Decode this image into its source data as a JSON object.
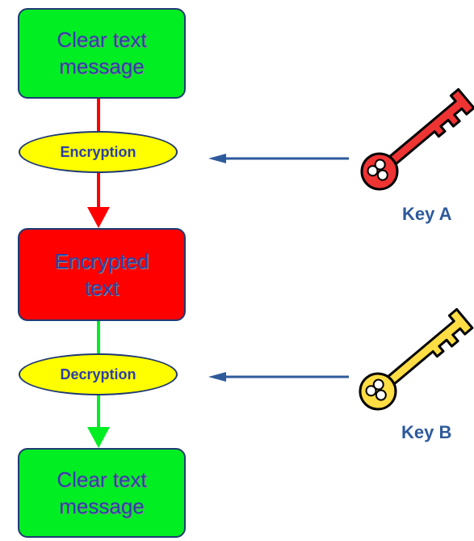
{
  "nodes": {
    "clear_top": "Clear text\nmessage",
    "encryption": "Encryption",
    "encrypted": "Encrypted\ntext",
    "decryption": "Decryption",
    "clear_bottom": "Clear text\nmessage"
  },
  "keys": {
    "key_a": "Key A",
    "key_b": "Key B"
  },
  "colors": {
    "clear_box": "#00ee22",
    "encrypted_box": "#ff0000",
    "process_ellipse": "#ffff00",
    "key_a": "#ee3333",
    "key_b": "#ffdd44",
    "key_arrow": "#2e5a9c"
  }
}
